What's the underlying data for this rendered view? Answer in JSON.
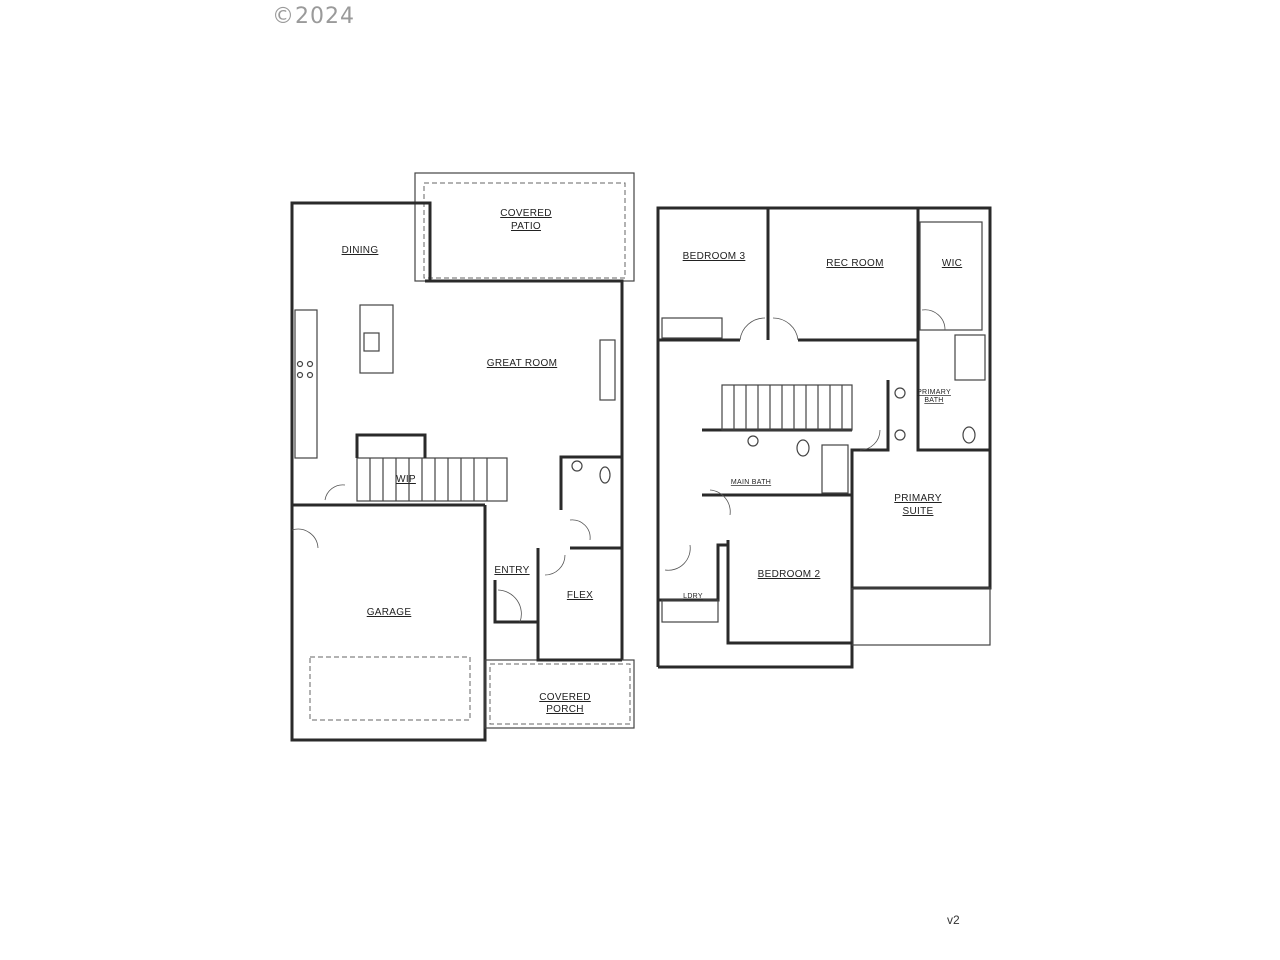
{
  "copyright": "©2024",
  "version": "v2",
  "main_floor": {
    "rooms": {
      "covered_patio": [
        "COVERED",
        "PATIO"
      ],
      "dining": "DINING",
      "great_room": "GREAT ROOM",
      "wip": "WIP",
      "garage": "GARAGE",
      "entry": "ENTRY",
      "flex": "FLEX",
      "covered_porch": [
        "COVERED",
        "PORCH"
      ]
    }
  },
  "upper_floor": {
    "rooms": {
      "bedroom_3": "BEDROOM 3",
      "rec_room": "REC ROOM",
      "wic": "WIC",
      "primary_bath": [
        "PRIMARY",
        "BATH"
      ],
      "main_bath": "MAIN BATH",
      "primary_suite": [
        "PRIMARY",
        "SUITE"
      ],
      "bedroom_2": "BEDROOM 2",
      "laundry": "LDRY"
    }
  }
}
